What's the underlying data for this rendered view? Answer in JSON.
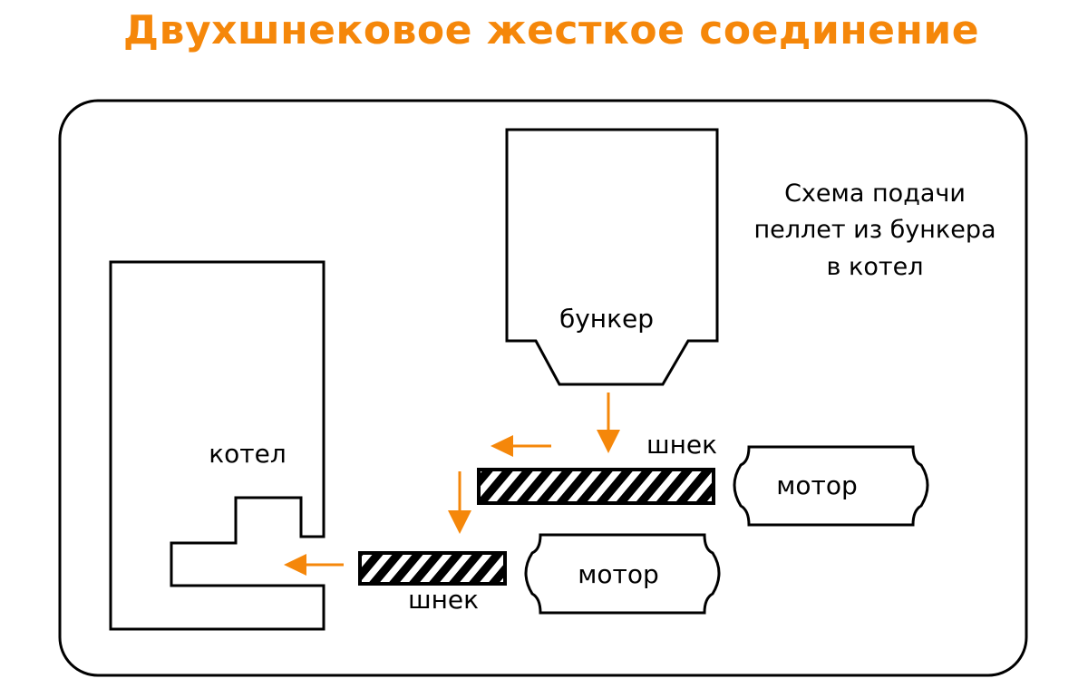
{
  "title": "Двухшнековое жесткое соединение",
  "colors": {
    "accent": "#F5870A",
    "ink": "#000000",
    "background": "#FFFFFF"
  },
  "caption": {
    "line1": "Схема подачи",
    "line2": "пеллет из бункера",
    "line3": "в котел"
  },
  "labels": {
    "hopper": "бункер",
    "boiler": "котел",
    "auger_upper": "шнек",
    "auger_lower": "шнек",
    "motor_upper": "мотор",
    "motor_lower": "мотор"
  }
}
